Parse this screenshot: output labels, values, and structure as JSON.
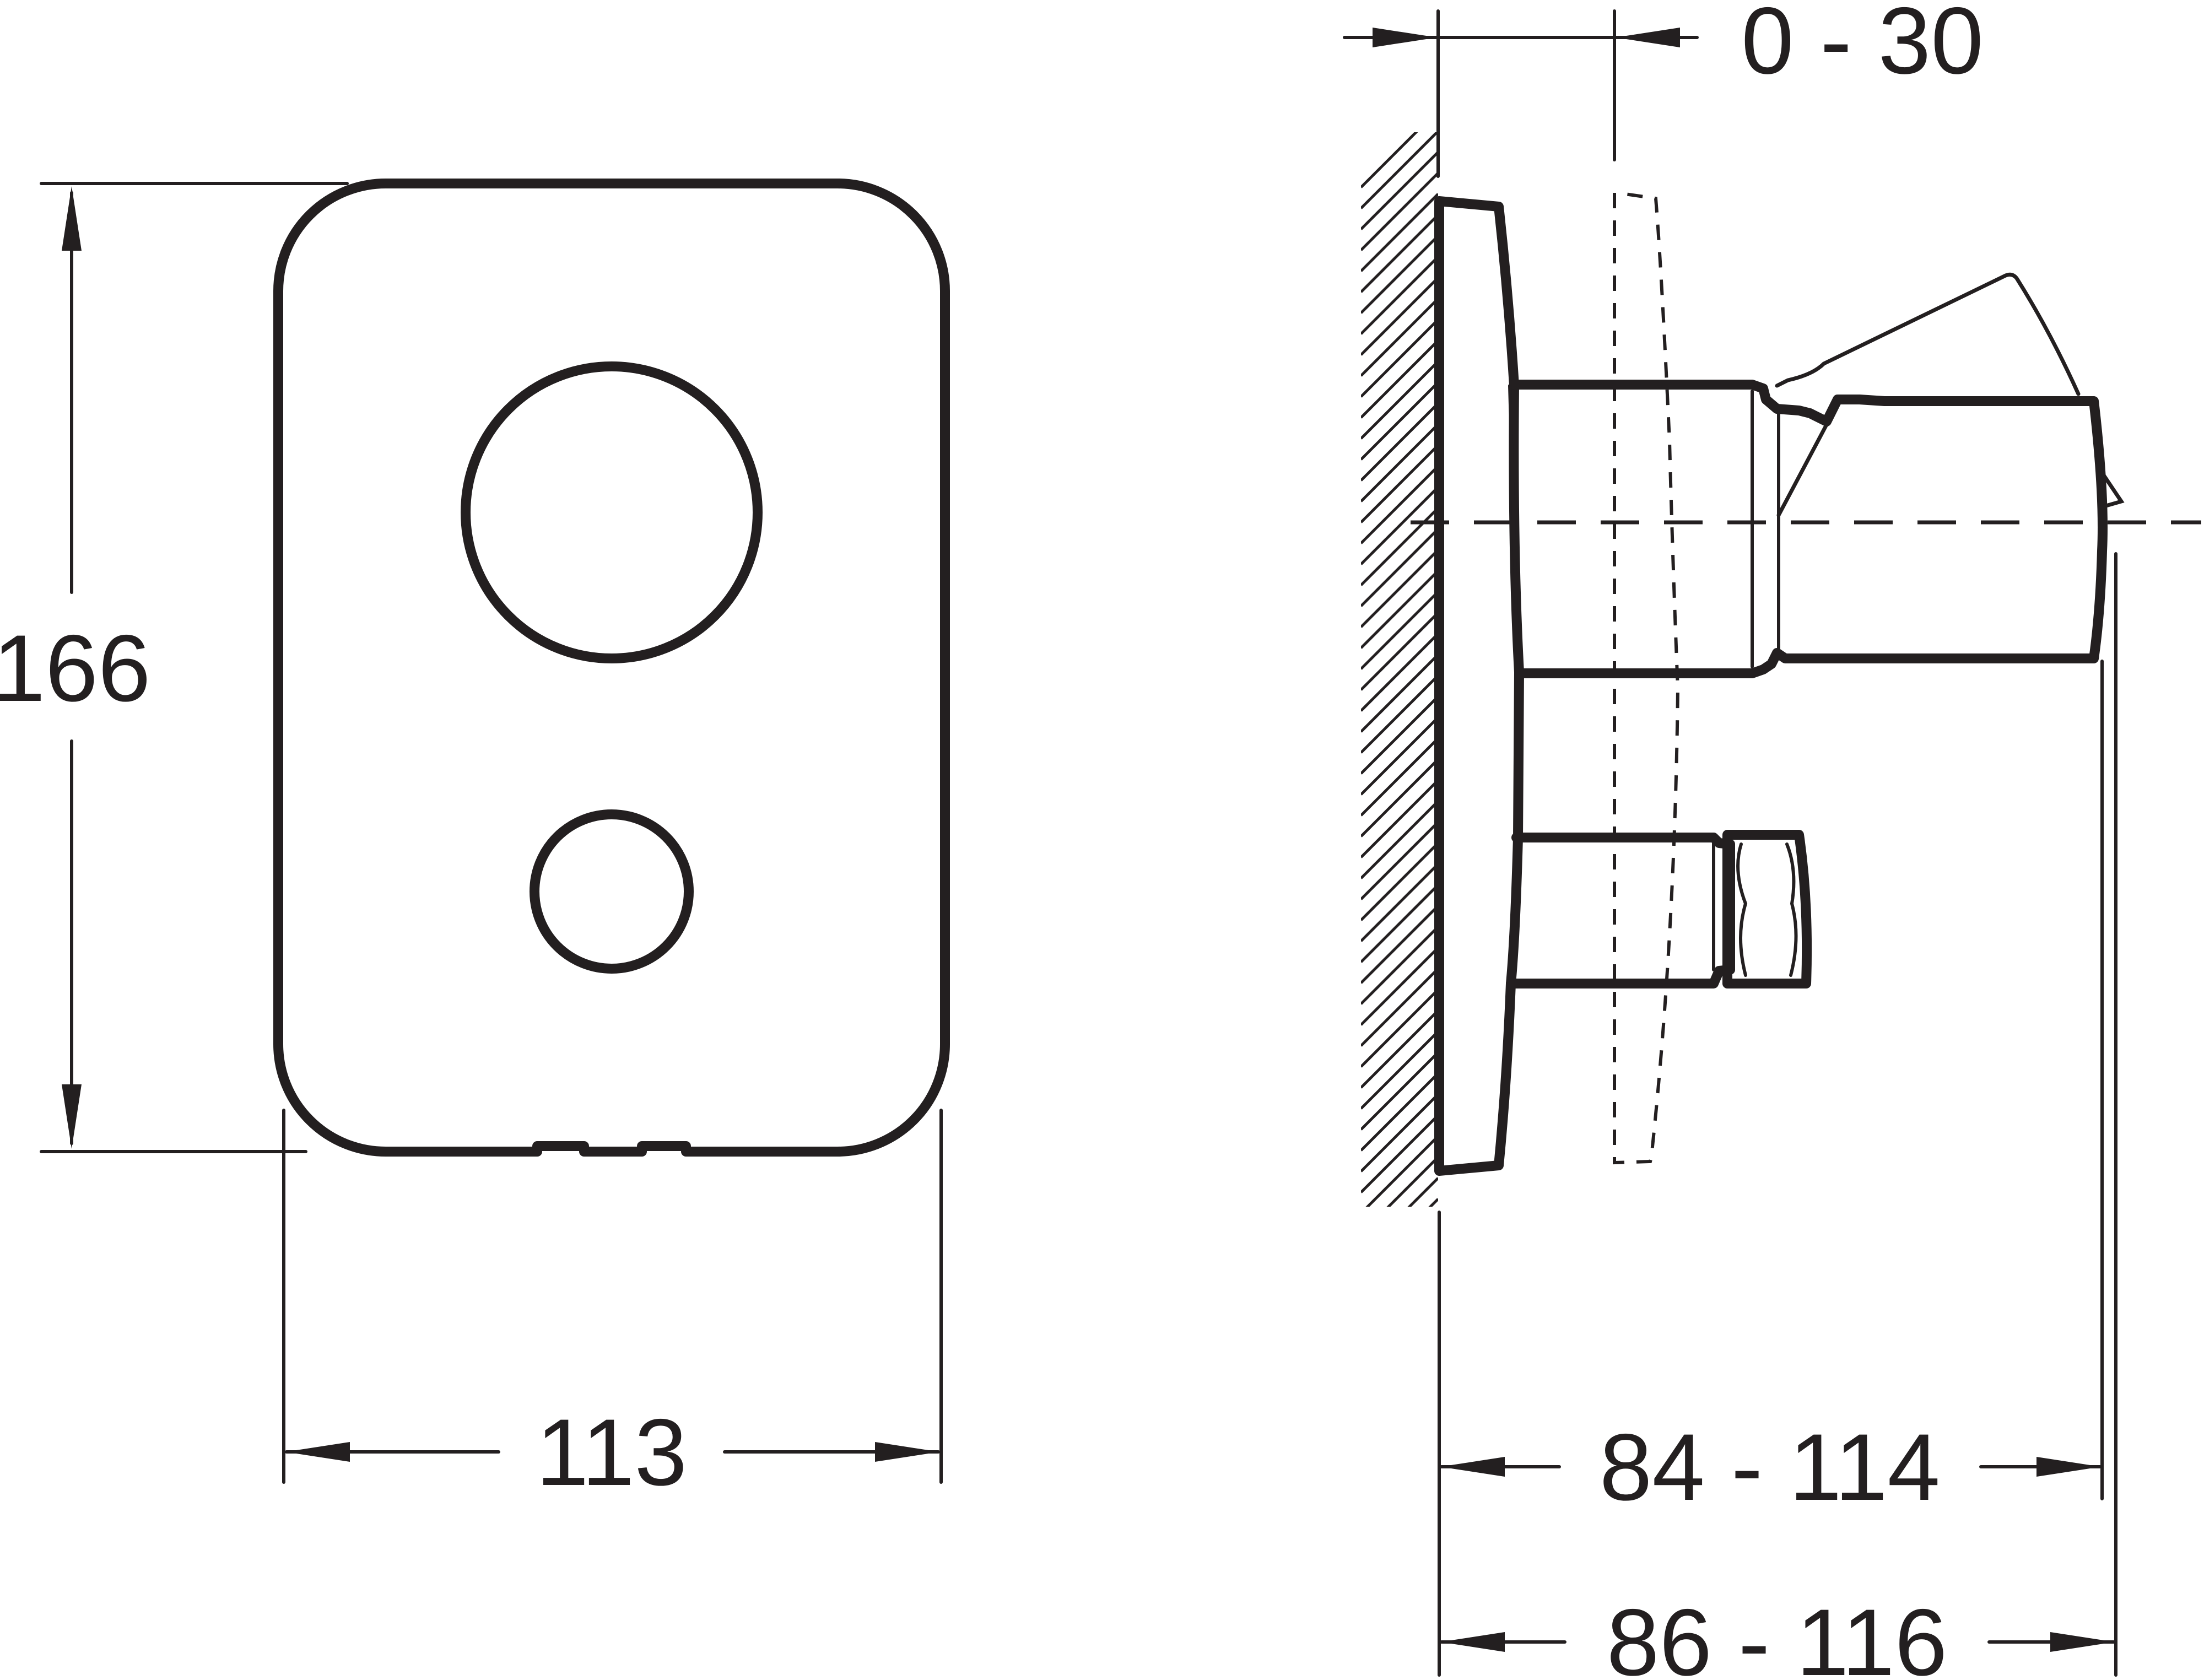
{
  "front_view": {
    "height_label": "166",
    "width_label": "113"
  },
  "side_view": {
    "offset_label": "0 - 30",
    "depth_outer_label": "84 - 114",
    "depth_total_label": "86 - 116"
  },
  "colors": {
    "line": "#231f20",
    "background": "#ffffff"
  }
}
